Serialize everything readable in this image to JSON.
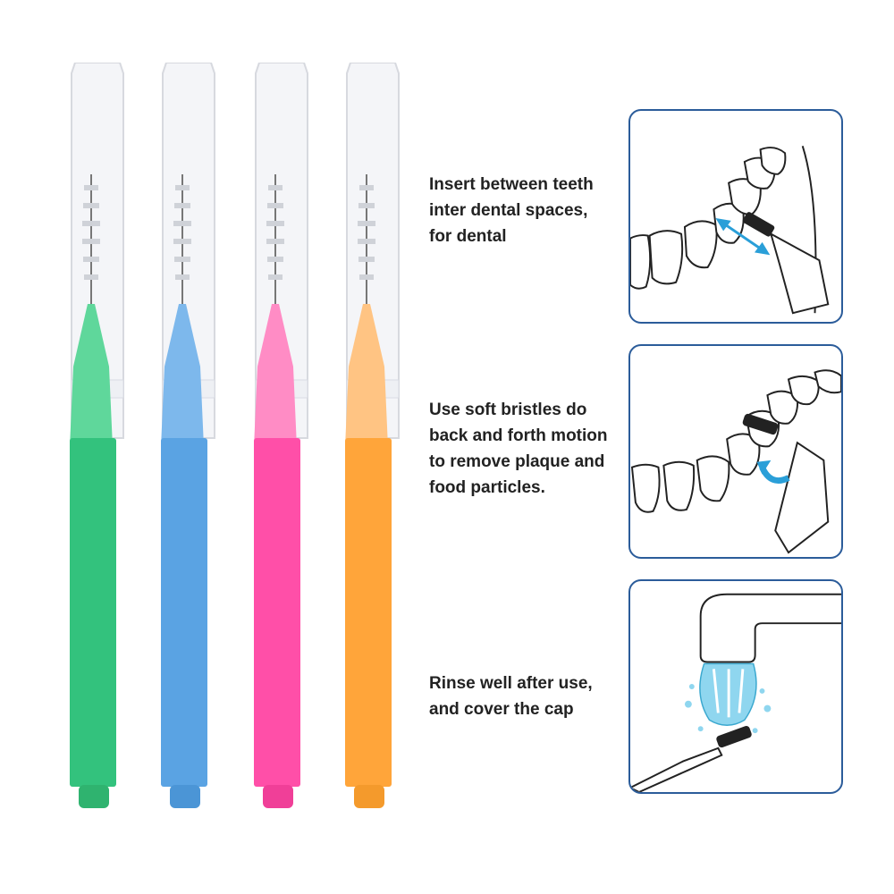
{
  "brushes": [
    {
      "color_name": "green",
      "body": "#33c27d",
      "tip": "#5fd79b",
      "base": "#2fb36f"
    },
    {
      "color_name": "blue",
      "body": "#5aa3e3",
      "tip": "#7db8ec",
      "base": "#4b95d6"
    },
    {
      "color_name": "pink",
      "body": "#ff4fa8",
      "tip": "#ff8cc5",
      "base": "#f03f98"
    },
    {
      "color_name": "orange",
      "body": "#ffa53a",
      "tip": "#ffc483",
      "base": "#f49a2c"
    }
  ],
  "steps": [
    {
      "text": "Insert between teeth\ninter dental spaces,\nfor dental",
      "illustration": "brush-between-teeth-icon"
    },
    {
      "text": "Use soft bristles do\nback and forth motion\nto remove plaque and\nfood particles.",
      "illustration": "back-and-forth-motion-icon"
    },
    {
      "text": "Rinse well after use,\nand cover the cap",
      "illustration": "rinse-under-tap-icon"
    }
  ],
  "colors": {
    "panel_border": "#2b5c9a",
    "arrow": "#2a9fd8",
    "water": "#8fd6ef"
  }
}
